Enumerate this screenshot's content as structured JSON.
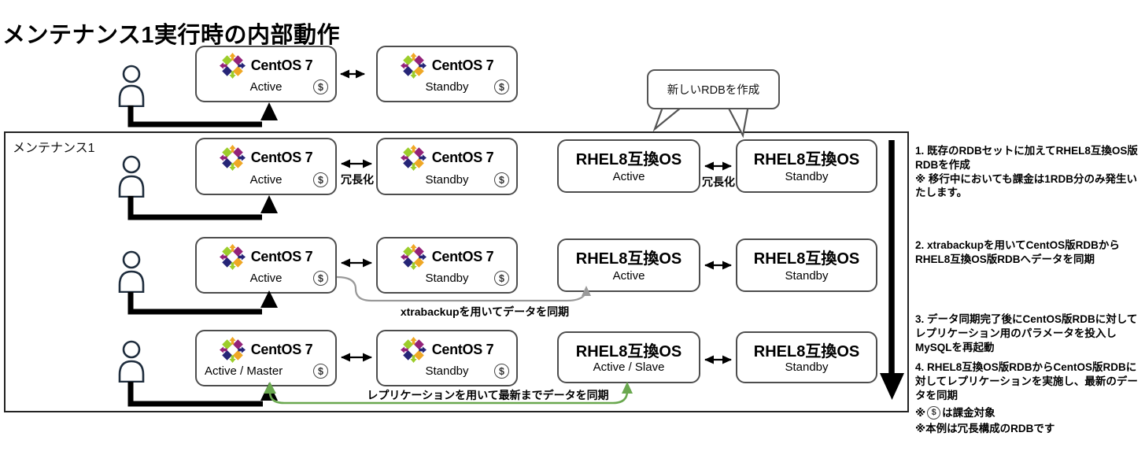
{
  "title": "メンテナンス1実行時の内部動作",
  "container": {
    "label": "メンテナンス1"
  },
  "bubble": {
    "text": "新しいRDBを作成"
  },
  "nodes": {
    "centos_title": "CentOS 7",
    "rhel_title": "RHEL8互換OS",
    "active": "Active",
    "standby": "Standby",
    "active_master": "Active / Master",
    "active_slave": "Active / Slave",
    "billing_symbol": "$"
  },
  "edge_labels": {
    "redundancy": "冗長化",
    "xtrabackup": "xtrabackupを用いてデータを同期",
    "replication": "レプリケーションを用いて最新までデータを同期"
  },
  "steps": [
    "1. 既存のRDBセットに加えてRHEL8互換OS版RDBを作成\n※ 移行中においても課金は1RDB分のみ発生いたします。",
    "2. xtrabackupを用いてCentOS版RDBからRHEL8互換OS版RDBへデータを同期",
    "3. データ同期完了後にCentOS版RDBに対してレプリケーション用のパラメータを投入しMySQLを再起動",
    "4. RHEL8互換OS版RDBからCentOS版RDBに対してレプリケーションを実施し、最新のデータを同期"
  ],
  "notes": {
    "line1_prefix": "※",
    "line1_suffix": "は課金対象",
    "line2": "※本例は冗長構成のRDBです"
  },
  "colors": {
    "replication_green": "#6aa84f",
    "xtrabackup_gray": "#999999",
    "person_navy": "#1f2d3d",
    "centos_green": "#9CCD2A",
    "centos_purple": "#932279",
    "centos_blue": "#262577",
    "centos_orange": "#EFA724"
  }
}
